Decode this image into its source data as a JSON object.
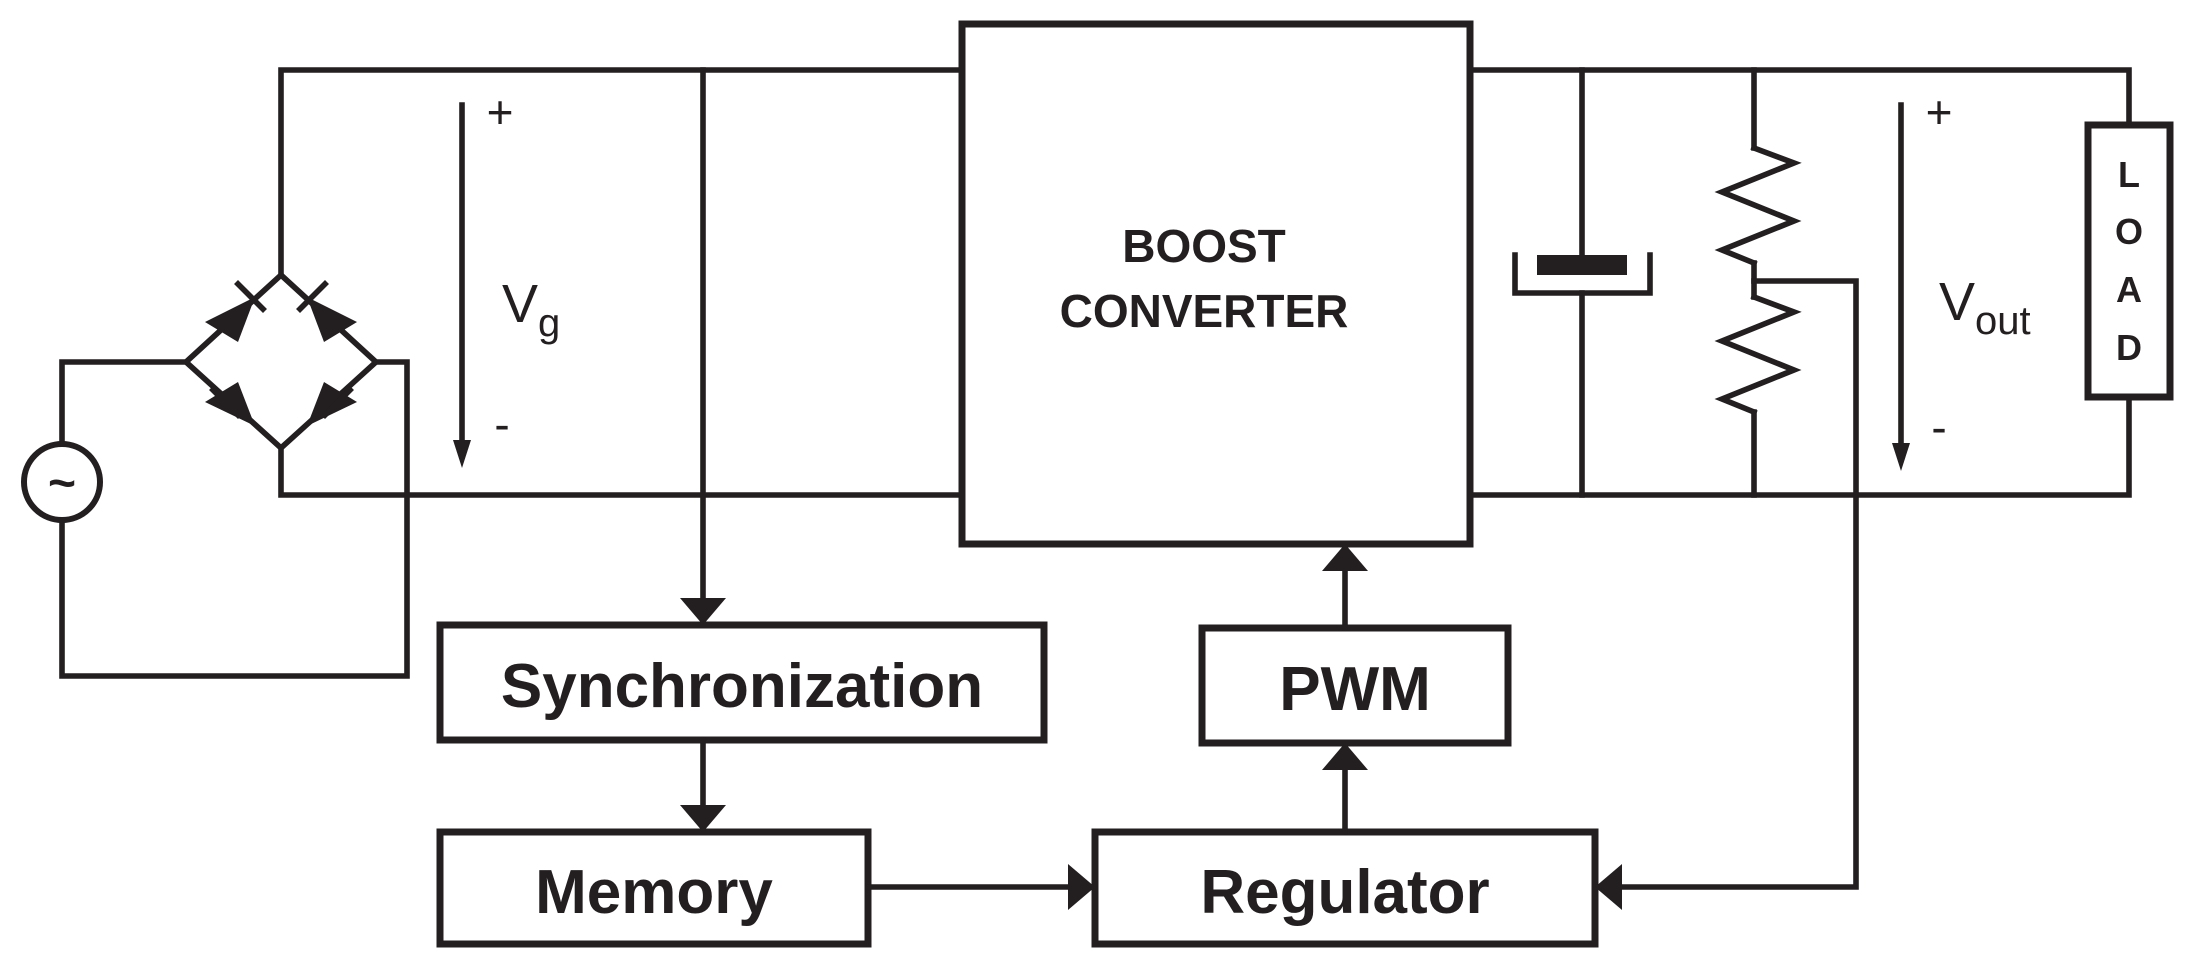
{
  "blocks": {
    "boost_converter_line1": "BOOST",
    "boost_converter_line2": "CONVERTER",
    "synchronization": "Synchronization",
    "memory": "Memory",
    "regulator": "Regulator",
    "pwm": "PWM",
    "load": [
      "L",
      "O",
      "A",
      "D"
    ]
  },
  "labels": {
    "vg_main": "V",
    "vg_sub": "g",
    "vout_main": "V",
    "vout_sub": "out",
    "plus": "+",
    "minus": "-",
    "ac_symbol": "~"
  },
  "icons": {
    "ac_source": "ac-source-icon",
    "diode": "diode-icon",
    "capacitor": "capacitor-icon",
    "resistor": "resistor-icon"
  },
  "colors": {
    "ink": "#231f20",
    "background": "#ffffff"
  }
}
